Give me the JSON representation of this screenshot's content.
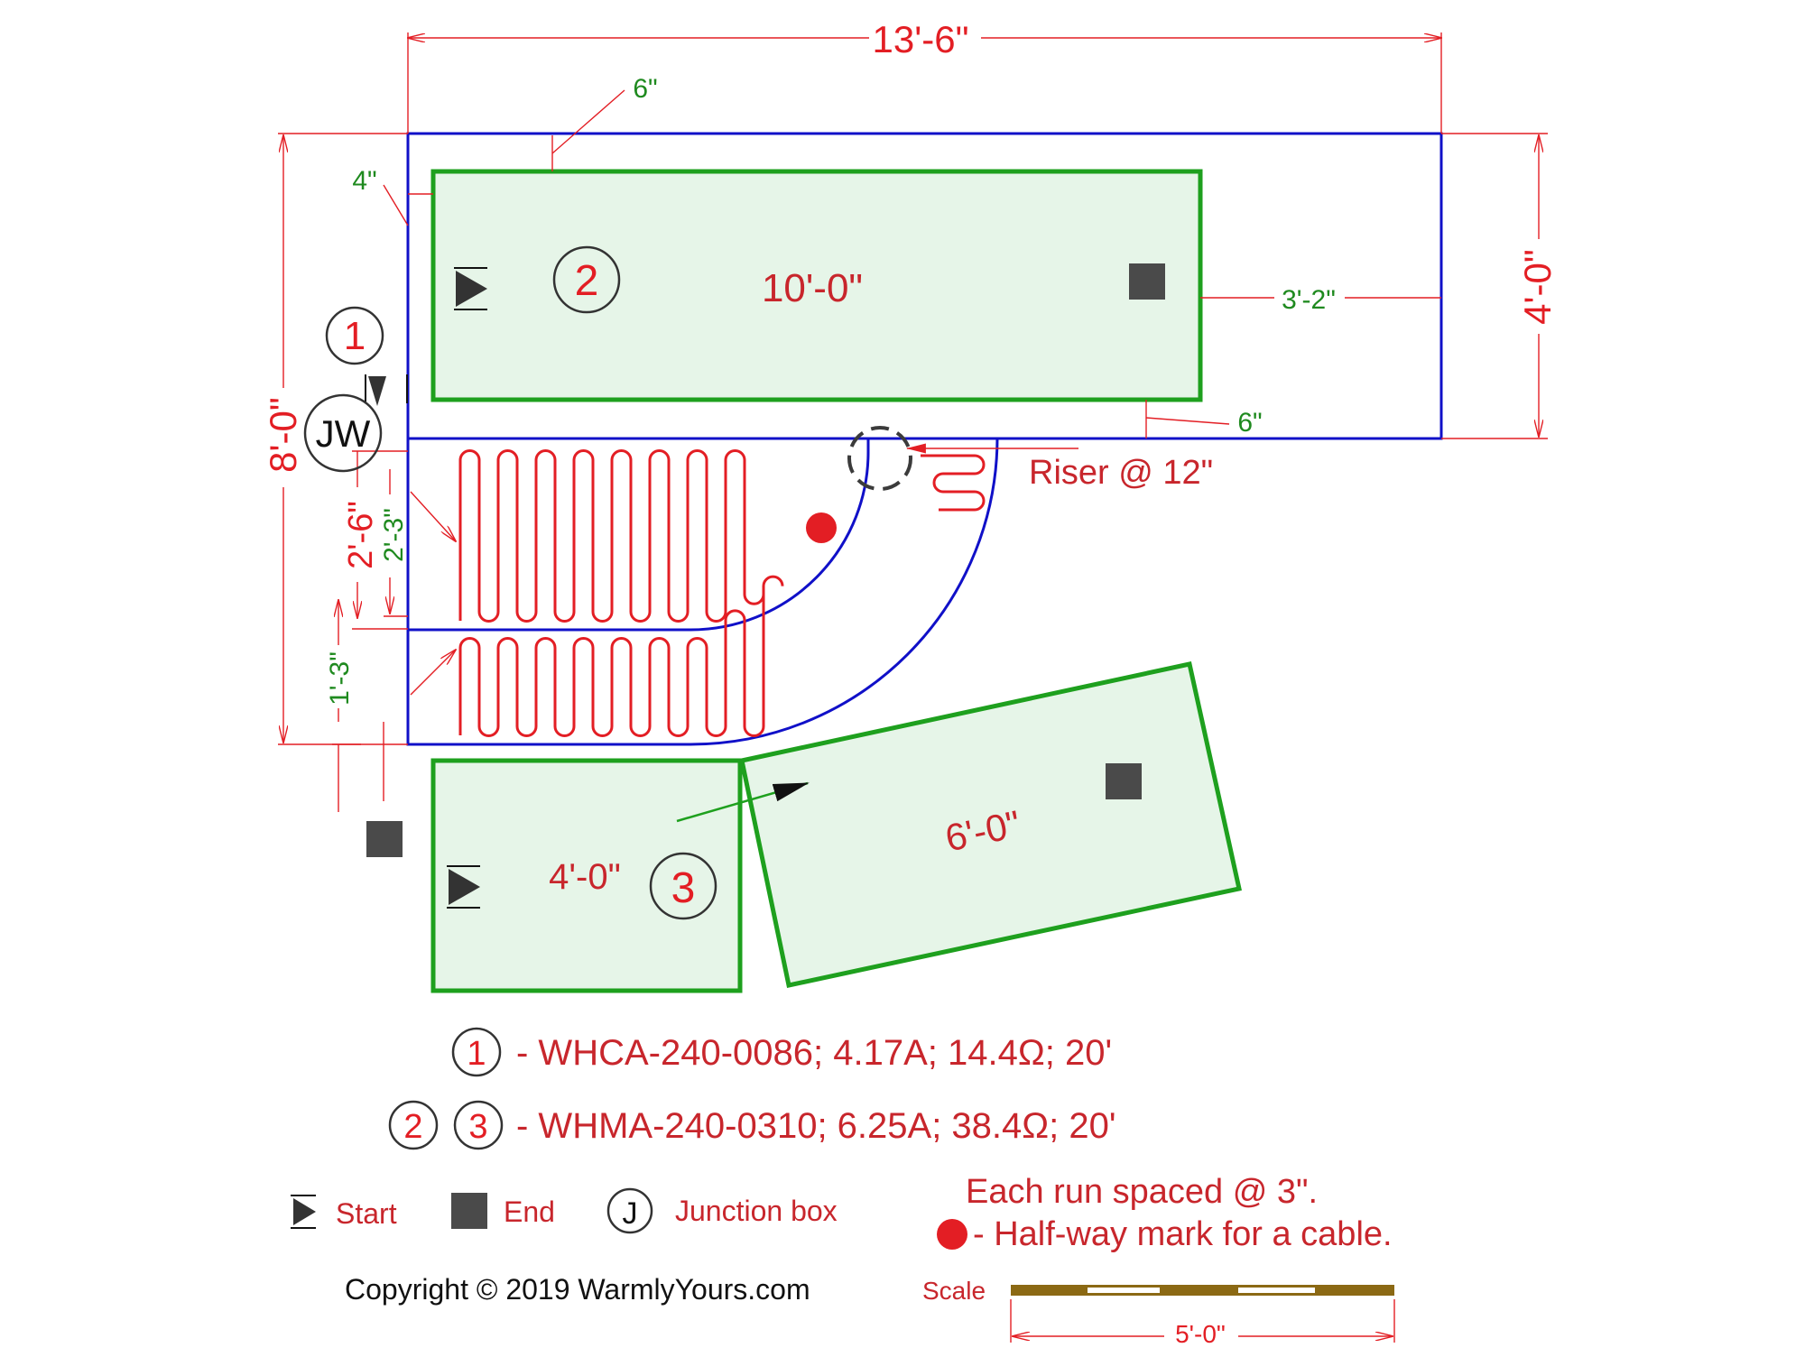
{
  "colors": {
    "dimension": "#e31e24",
    "mat_outline": "#1ea01e",
    "mat_fill": "#e6f5e8",
    "room_outline": "#1010c8",
    "cable": "#e31e24",
    "end_marker": "#4a4a4a",
    "inner_dim": "#1f8a1f"
  },
  "dimensions": {
    "overall_width": "13'-6\"",
    "room_depth_right": "4'-0\"",
    "overall_depth": "8'-0\"",
    "mat2_length": "10'-0\"",
    "mat3a_length": "4'-0\"",
    "mat3b_length": "6'-0\"",
    "gap_3_2": "3'-2\"",
    "offset_6_top": "6\"",
    "offset_4_left": "4\"",
    "offset_6_bottom": "6\"",
    "d_2_6": "2'-6\"",
    "d_2_3": "2'-3\"",
    "d_1_3": "1'-3\""
  },
  "labels": {
    "circuit_1": "1",
    "circuit_2": "2",
    "circuit_3": "3",
    "junction_box": "JW",
    "riser": "Riser @ 12\""
  },
  "legend": {
    "line1_num": "1",
    "line1_text": "- WHCA-240-0086; 4.17A; 14.4Ω; 20'",
    "line2_num_a": "2",
    "line2_num_b": "3",
    "line2_text": "- WHMA-240-0310; 6.25A; 38.4Ω; 20'",
    "start_label": "Start",
    "end_label": "End",
    "jbox_symbol": "J",
    "jbox_label": "Junction box",
    "spacing_note": "Each run spaced @ 3\".",
    "halfway_note": "- Half-way mark for a cable.",
    "copyright": "Copyright © 2019 WarmlyYours.com",
    "scale_label": "Scale",
    "scale_length": "5'-0\""
  },
  "icons": {
    "start": "start-triangle-icon",
    "end": "end-square-icon",
    "halfway": "halfway-dot-icon",
    "junction": "junction-box-icon"
  }
}
